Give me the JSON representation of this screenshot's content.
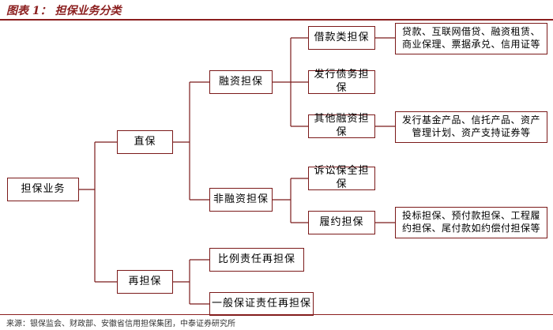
{
  "header": {
    "title": "图表 1： 担保业务分类"
  },
  "footer": {
    "source": "来源：银保监会、财政部、安徽省信用担保集团，中泰证券研究所"
  },
  "nodes": {
    "root": "担保业务",
    "direct": "直保",
    "rein": "再担保",
    "financing": "融资担保",
    "nonfinancing": "非融资担保",
    "proportional": "比例责任再担保",
    "general": "一般保证责任再担保",
    "loan": "借款类担保",
    "bond": "发行债务担保",
    "other": "其他融资担保",
    "litigation": "诉讼保全担保",
    "performance": "履约担保"
  },
  "descriptions": {
    "loan_line1": "贷款、互联网借贷、融资租赁、",
    "loan_line2": "商业保理、票据承兑、信用证等",
    "other_line1": "发行基金产品、信托产品、资产",
    "other_line2": "管理计划、资产支持证券等",
    "perf_line1": "投标担保、预付款担保、工程履",
    "perf_line2": "约担保、尾付款如约偿付担保等"
  },
  "colors": {
    "accent": "#8B1E1E",
    "border": "#7b1a1a",
    "line": "#7b1a1a"
  }
}
